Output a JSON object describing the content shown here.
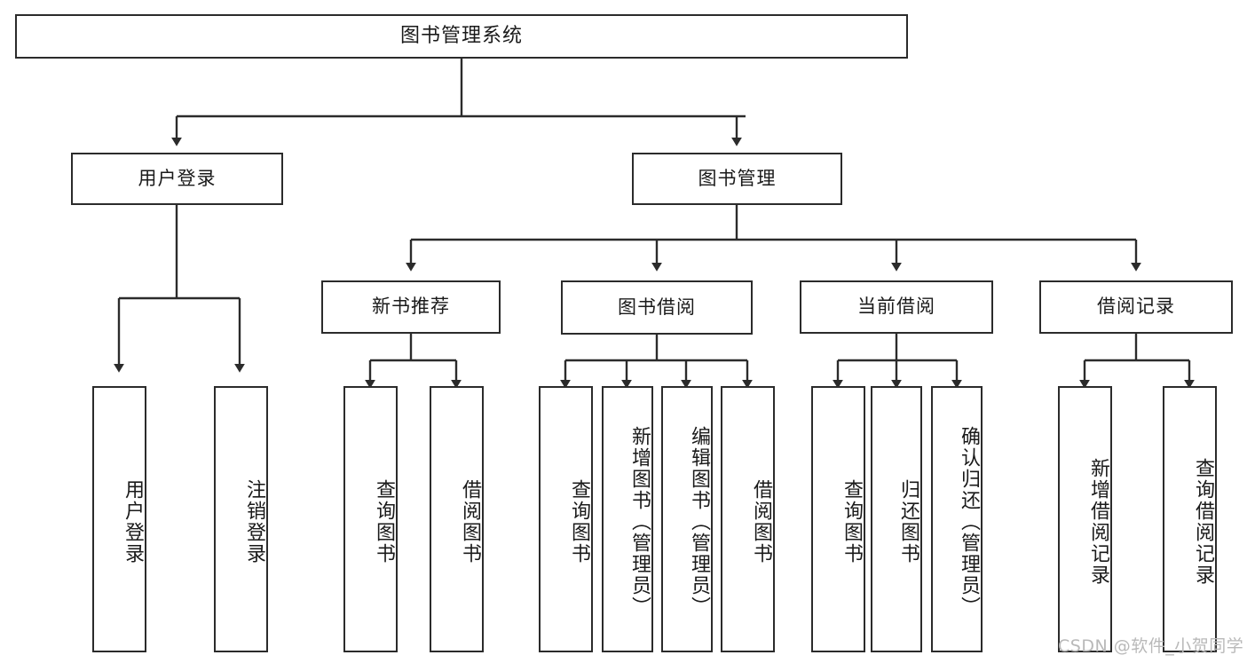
{
  "diagram": {
    "title": "图书管理系统",
    "orientation": "top-down-tree",
    "watermark": "CSDN @软件_小贺同学",
    "colors": {
      "box_border": "#2b2b2b",
      "box_fill": "#ffffff",
      "edge": "#2b2b2b",
      "text": "#1a1a1a",
      "watermark": "#b9b9b9",
      "background": "#ffffff"
    }
  },
  "nodes": {
    "root": {
      "label": "图书管理系统"
    },
    "level1": [
      {
        "id": "user-login",
        "label": "用户登录"
      },
      {
        "id": "book-manage",
        "label": "图书管理"
      }
    ],
    "level2": [
      {
        "id": "new-book-recommend",
        "label": "新书推荐"
      },
      {
        "id": "book-borrow",
        "label": "图书借阅"
      },
      {
        "id": "current-borrow",
        "label": "当前借阅"
      },
      {
        "id": "borrow-record",
        "label": "借阅记录"
      }
    ],
    "leaves": {
      "user_login": [
        {
          "id": "leaf-user-login",
          "label": "用户登录"
        },
        {
          "id": "leaf-user-logout",
          "label": "注销登录"
        }
      ],
      "new_book_recommend": [
        {
          "id": "leaf-query-book-1",
          "label": "查询图书"
        },
        {
          "id": "leaf-borrow-book-1",
          "label": "借阅图书"
        }
      ],
      "book_borrow": [
        {
          "id": "leaf-query-book-2",
          "label": "查询图书"
        },
        {
          "id": "leaf-add-book",
          "label": "新增图书（管理员）"
        },
        {
          "id": "leaf-edit-book",
          "label": "编辑图书（管理员）"
        },
        {
          "id": "leaf-borrow-book-2",
          "label": "借阅图书"
        }
      ],
      "current_borrow": [
        {
          "id": "leaf-query-book-3",
          "label": "查询图书"
        },
        {
          "id": "leaf-return-book",
          "label": "归还图书"
        },
        {
          "id": "leaf-confirm-return",
          "label": "确认归还（管理员）"
        }
      ],
      "borrow_record": [
        {
          "id": "leaf-add-borrow-record",
          "label": "新增借阅记录"
        },
        {
          "id": "leaf-query-borrow-record",
          "label": "查询借阅记录"
        }
      ]
    }
  }
}
